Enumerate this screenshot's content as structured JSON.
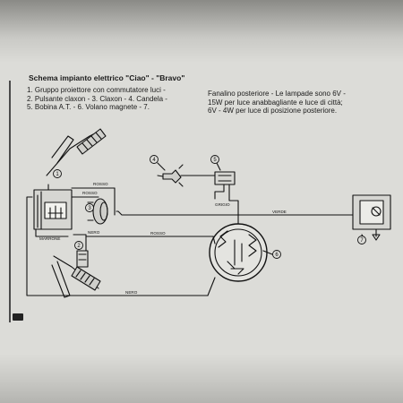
{
  "title": "Schema impianto elettrico \"Ciao\" - \"Bravo\"",
  "legend_left": [
    "1. Gruppo proiettore con commutatore luci -",
    "2. Pulsante claxon - 3. Claxon - 4. Candela -",
    "5. Bobina A.T. - 6. Volano magnete - 7."
  ],
  "legend_right": [
    "Fanalino posteriore - Le lampade sono 6V -",
    "15W per luce anabbagliante e luce di città;",
    "6V - 4W per luce di posizione posteriore."
  ],
  "wire_labels": {
    "rosso_1": "ROSSO",
    "rosso_2": "ROSSO",
    "rosso_3": "ROSSO",
    "marrone": "MARRONE",
    "nero_1": "NERO",
    "nero_2": "NERO",
    "grigio": "GRIGIO",
    "verde": "VERDE"
  },
  "callouts": [
    "1",
    "2",
    "3",
    "4",
    "5",
    "6",
    "7"
  ]
}
